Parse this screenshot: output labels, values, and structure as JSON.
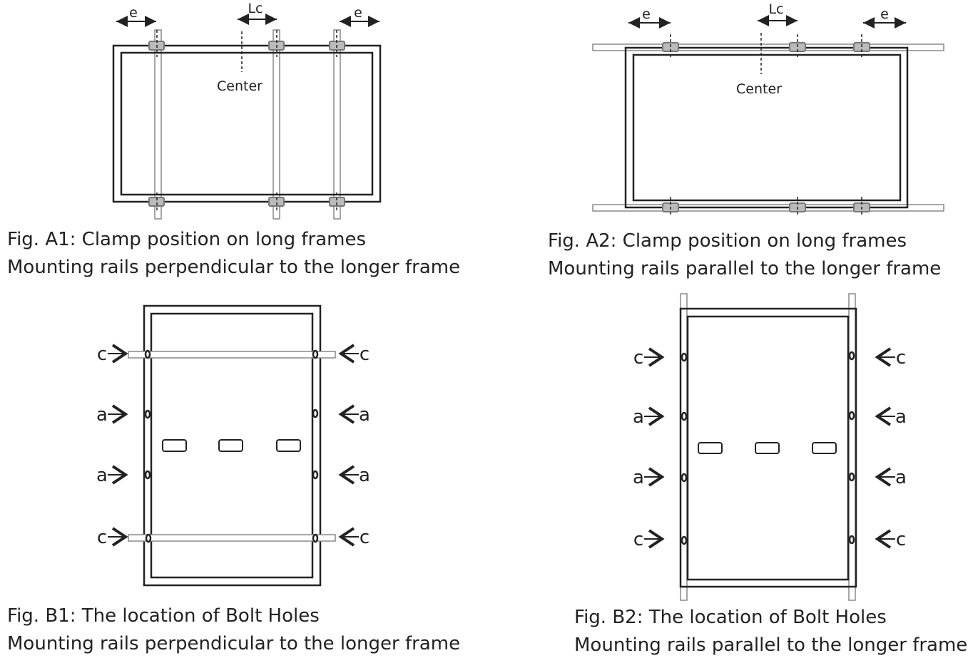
{
  "figures": {
    "a1": {
      "caption_line1": "Fig. A1:  Clamp position on long frames",
      "caption_line2": "Mounting rails perpendicular to the longer frame",
      "dim_e": "e",
      "dim_lc": "Lc",
      "center_label": "Center"
    },
    "a2": {
      "caption_line1": "Fig. A2: Clamp position on long frames",
      "caption_line2": "Mounting rails parallel to the longer frame",
      "dim_e": "e",
      "dim_lc": "Lc",
      "center_label": "Center"
    },
    "b1": {
      "caption_line1": "Fig. B1: The location of Bolt Holes",
      "caption_line2": "Mounting rails perpendicular to the longer frame",
      "hole_labels": [
        "c",
        "a",
        "a",
        "c"
      ]
    },
    "b2": {
      "caption_line1": "Fig. B2: The location of Bolt Holes",
      "caption_line2": "Mounting rails parallel to the longer frame",
      "hole_labels": [
        "c",
        "a",
        "a",
        "c"
      ]
    }
  },
  "colors": {
    "line": "#222222",
    "rail": "#888888",
    "clamp": "#888888"
  }
}
